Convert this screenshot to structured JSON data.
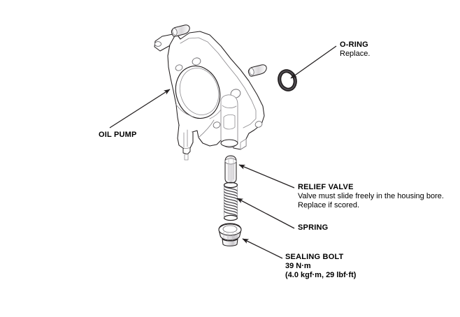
{
  "figure": {
    "title": "Oil pump exploded assembly diagram",
    "background_color": "#ffffff",
    "line_color": "#231f20",
    "shade_color": "#8d8b8f",
    "text_color": "#000000"
  },
  "callouts": {
    "oil_pump": {
      "heading": "OIL PUMP",
      "arrow_from": "157,183",
      "arrow_to": "243,128"
    },
    "o_ring": {
      "heading": "O-RING",
      "note": "Replace.",
      "arrow_from": "481,66",
      "arrow_to": "414,114"
    },
    "relief_valve": {
      "heading": "RELIEF VALVE",
      "note_line_1": "Valve must slide freely in the housing bore.",
      "note_line_2": "Replace if scored.",
      "arrow_from": "421,269",
      "arrow_to": "340,236"
    },
    "spring": {
      "heading": "SPRING",
      "arrow_from": "421,327",
      "arrow_to": "337,283"
    },
    "sealing_bolt": {
      "heading": "SEALING BOLT",
      "torque_nm": "39 N·m",
      "torque_alt": "(4.0 kgf·m, 29 lbf·ft)",
      "arrow_from": "404,370",
      "arrow_to": "345,341"
    }
  },
  "parts": {
    "oil_pump_housing": "oil-pump-housing",
    "dowel_pin_top": "dowel-pin",
    "dowel_pin_right": "dowel-pin",
    "o_ring": "o-ring",
    "relief_valve": "relief-valve-plunger",
    "spring": "coil-spring",
    "sealing_bolt": "sealing-bolt"
  }
}
